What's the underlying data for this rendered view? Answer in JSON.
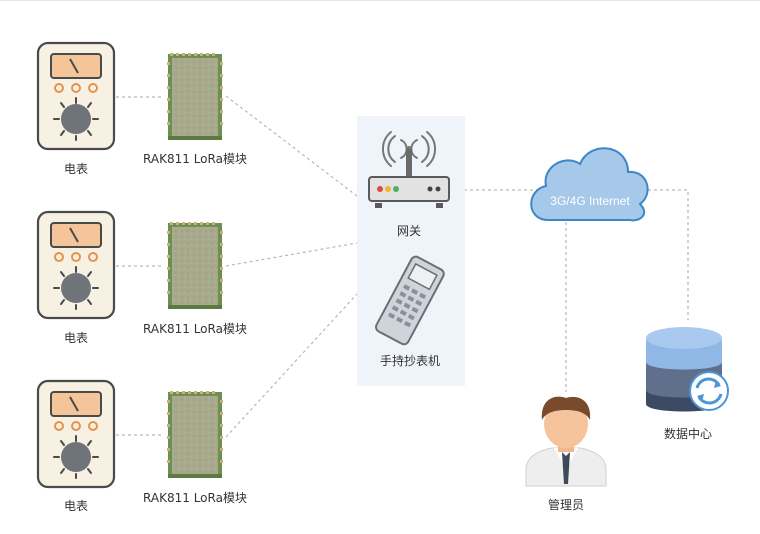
{
  "meters": [
    {
      "label": "电表"
    },
    {
      "label": "电表"
    },
    {
      "label": "电表"
    }
  ],
  "modules": [
    {
      "label": "RAK811 LoRa模块"
    },
    {
      "label": "RAK811 LoRa模块"
    },
    {
      "label": "RAK811 LoRa模块"
    }
  ],
  "gateway": {
    "label": "网关"
  },
  "handheld": {
    "label": "手持抄表机"
  },
  "cloud": {
    "label": "3G/4G Internet"
  },
  "manager": {
    "label": "管理员"
  },
  "datacenter": {
    "label": "数据中心"
  },
  "colors": {
    "panel": "#eef4fa",
    "cloud": "#a6c9ea",
    "cloud_stroke": "#3f86c9",
    "db_top": "#8fb8e6",
    "db_mid": "#5f6f8c",
    "db_bottom": "#3c4a63",
    "sync": "#4c96d7"
  }
}
